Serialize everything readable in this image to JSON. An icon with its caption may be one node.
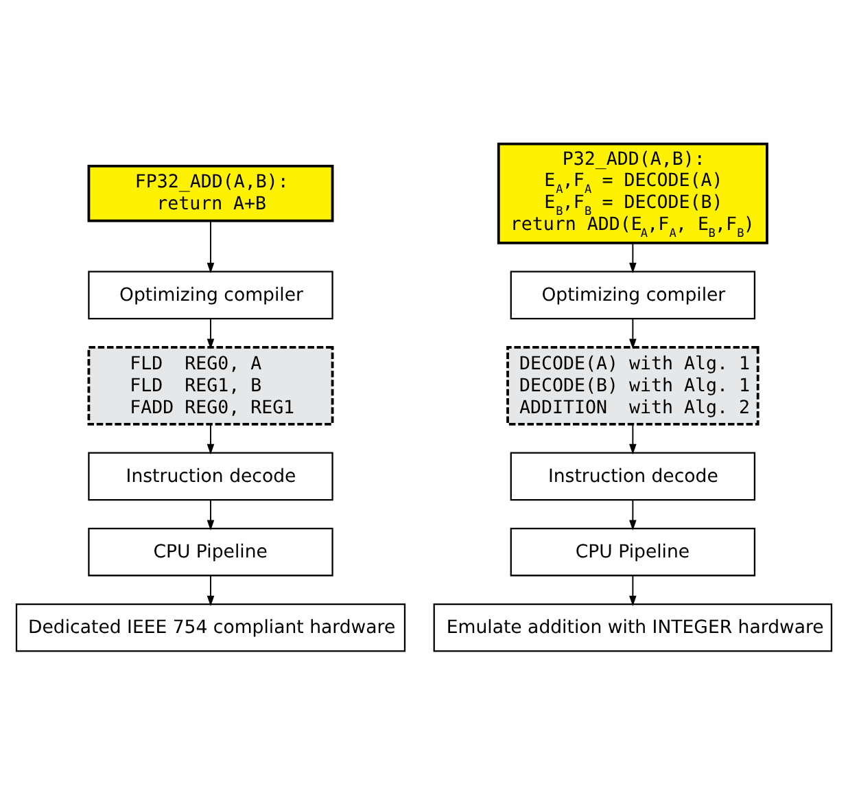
{
  "diagram": {
    "nodes": [
      {
        "text": [
          "FP32_ADD(A,B):",
          "return A+B"
        ]
      },
      {
        "text": [
          "Optimizing compiler"
        ]
      },
      {
        "text": [
          "FLD  REG0, A",
          "FLD  REG1, B",
          "FADD REG0, REG1"
        ]
      },
      {
        "text": [
          "Instruction decode"
        ]
      },
      {
        "text": [
          "CPU Pipeline"
        ]
      },
      {
        "text": [
          "Dedicated IEEE 754 compliant hardware"
        ]
      },
      {
        "text": [
          "P32_ADD(A,B):",
          "E$_{A}$,F$_{A}$ = DECODE(A)",
          "E$_{B}$,F$_{B}$ = DECODE(B)",
          "return ADD(E$_{A}$,F$_{A}$, E$_{B}$,F$_{B}$)"
        ]
      },
      {
        "text": [
          "Optimizing compiler"
        ]
      },
      {
        "text": [
          "DECODE(A) with Alg. 1",
          "DECODE(B) with Alg. 1",
          "ADDITION  with Alg. 2"
        ]
      },
      {
        "text": [
          "Instruction decode"
        ]
      },
      {
        "text": [
          "CPU Pipeline"
        ]
      },
      {
        "text": [
          "Emulate addition with INTEGER hardware"
        ]
      }
    ],
    "edges": [
      {
        "from": 0,
        "to": 1,
        "arrow": "to"
      },
      {
        "from": 1,
        "to": 2,
        "arrow": "to"
      },
      {
        "from": 2,
        "to": 3,
        "arrow": "to"
      },
      {
        "from": 3,
        "to": 4,
        "arrow": "to"
      },
      {
        "from": 4,
        "to": 5,
        "arrow": "to"
      },
      {
        "from": 6,
        "to": 7,
        "arrow": "to"
      },
      {
        "from": 7,
        "to": 8,
        "arrow": "to"
      },
      {
        "from": 8,
        "to": 9,
        "arrow": "to"
      },
      {
        "from": 9,
        "to": 10,
        "arrow": "to"
      },
      {
        "from": 10,
        "to": 11,
        "arrow": "to"
      }
    ]
  }
}
